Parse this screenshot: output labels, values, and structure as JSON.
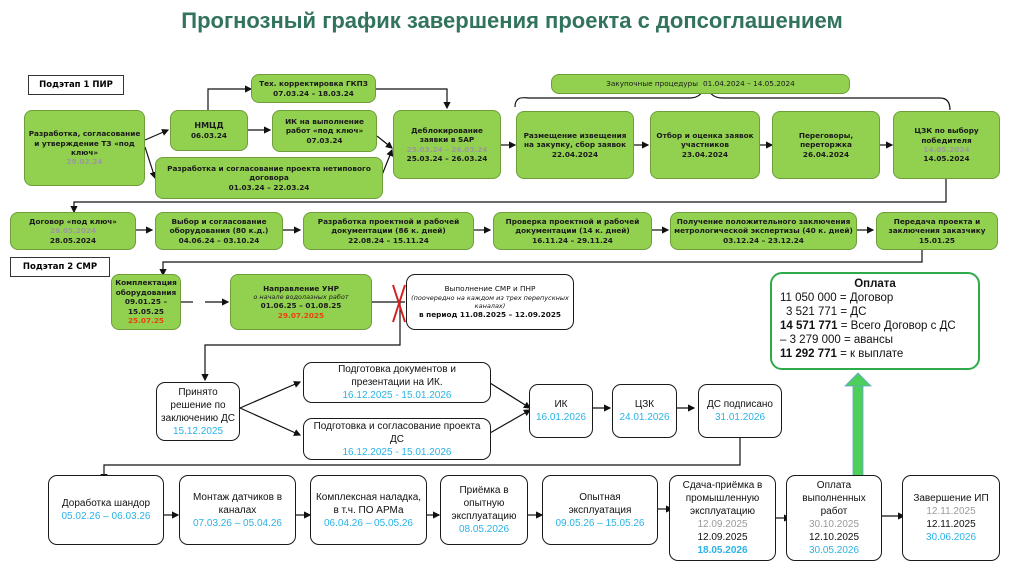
{
  "title": "Прогнозный график завершения проекта с допсоглашением",
  "stages": {
    "stage1": "Подэтап 1 ПИР",
    "stage2": "Подэтап 2 СМР"
  },
  "row1": {
    "tz": {
      "text": "Разработка, согласование и утверждение ТЗ «под ключ»",
      "date_old": "29.02.24"
    },
    "nmcd": {
      "text": "НМЦД",
      "date": "06.03.24"
    },
    "gkpz": {
      "text": "Тех. корректировка ГКПЗ",
      "date": "07.03.24 – 18.03.24"
    },
    "ik": {
      "text": "ИК на выполнение работ «под ключ»",
      "date": "07.03.24"
    },
    "draft": {
      "text": "Разработка и согласование проекта нетипового договора",
      "date": "01.03.24 – 22.03.24"
    },
    "sap": {
      "text": "Деблокирование заявки в SAP",
      "date_old": "25.03.24 – 26.03.24",
      "date": "25.03.24 – 26.03.24"
    },
    "procurement": {
      "text": "Закупочные процедуры",
      "date": "01.04.2024 – 14.05.2024"
    },
    "notice": {
      "text": "Размещение извещения на закупку, сбор заявок",
      "date": "22.04.2024"
    },
    "selection": {
      "text": "Отбор и оценка заявок участников",
      "date": "23.04.2024"
    },
    "negotiation": {
      "text": "Переговоры, переторжка",
      "date": "26.04.2024"
    },
    "czk": {
      "text": "ЦЗК по выбору победителя",
      "date_old": "14.05.2024",
      "date": "14.05.2024"
    }
  },
  "row2": {
    "contract": {
      "text": "Договор «под ключ»",
      "date_old": "28.05.2024",
      "date": "28.05.2024"
    },
    "equipment": {
      "text": "Выбор и согласование оборудования (80 к.д.)",
      "date": "04.06.24 – 03.10.24"
    },
    "design": {
      "text": "Разработка проектной и рабочей документации (86 к. дней)",
      "date": "22.08.24 – 15.11.24"
    },
    "check": {
      "text": "Проверка проектной и рабочей документации (14 к. дней)",
      "date": "16.11.24 – 29.11.24"
    },
    "expertise": {
      "text": "Получение положительного заключения метрологической экспертизы (40 к. дней)",
      "date": "03.12.24 – 23.12.24"
    },
    "handover": {
      "text": "Передача проекта и заключения заказчику",
      "date": "15.01.25"
    }
  },
  "row3": {
    "kit": {
      "text": "Комплектация оборудования",
      "date": "09.01.25 – 15.05.25",
      "date_new": "25.07.25"
    },
    "unr": {
      "text": "Направление УНР",
      "note": "о начале водолазных работ",
      "date": "01.06.25 – 01.08.25",
      "date_new": "29.07.2025"
    },
    "smr": {
      "text": "Выполнение СМР и ПНР",
      "note": "(поочередно на каждом из трех перепускных каналах)",
      "date": "в период 11.08.2025 – 12.09.2025"
    }
  },
  "payment": {
    "title": "Оплата",
    "lines": [
      {
        "amount": "11 050 000",
        "label": "= Договор",
        "bold": false
      },
      {
        "amount": "3 521 771",
        "label": "= ДС",
        "bold": false
      },
      {
        "amount": "14 571 771",
        "label": "= Всего Договор с ДС",
        "bold": true
      },
      {
        "amount": "– 3 279 000",
        "label": "= авансы",
        "bold": false
      },
      {
        "amount": "11 292 771",
        "label": "= к выплате",
        "bold": true
      }
    ]
  },
  "row4": {
    "decision": {
      "text": "Принято решение по заключению ДС",
      "date": "15.12.2025"
    },
    "docs": {
      "text": "Подготовка документов и презентации на ИК.",
      "date": "16.12.2025 - 15.01.2026"
    },
    "ds_draft": {
      "text": "Подготовка и согласование проекта ДС",
      "date": "16.12.2025 - 15.01.2026"
    },
    "ik": {
      "text": "ИК",
      "date": "16.01.2026"
    },
    "czk": {
      "text": "ЦЗК",
      "date": "24.01.2026"
    },
    "signed": {
      "text": "ДС подписано",
      "date": "31.01.2026"
    }
  },
  "row5": {
    "shandor": {
      "text": "Доработка шандор",
      "date": "05.02.26 – 06.03.26"
    },
    "sensors": {
      "text": "Монтаж датчиков в каналах",
      "date": "07.03.26 – 05.04.26"
    },
    "setup": {
      "text": "Комплексная наладка, в т.ч. ПО АРМа",
      "date": "06.04.26 – 05.05.26"
    },
    "acceptance": {
      "text": "Приёмка в опытную эксплуатацию",
      "date": "08.05.2026"
    },
    "trial": {
      "text": "Опытная эксплуатация",
      "date": "09.05.26 – 15.05.26"
    },
    "industrial": {
      "text": "Сдача-приёмка в промышленную эксплуатацию",
      "date_old": "12.09.2025",
      "date": "12.09.2025",
      "date_new": "18.05.2026"
    },
    "pay_works": {
      "text": "Оплата выполненных работ",
      "date_old": "30.10.2025",
      "date": "12.10.2025",
      "date_new": "30.05.2026"
    },
    "finish": {
      "text": "Завершение ИП",
      "date_old": "12.11.2025",
      "date": "12.11.2025",
      "date_new": "30.06.2026"
    }
  }
}
